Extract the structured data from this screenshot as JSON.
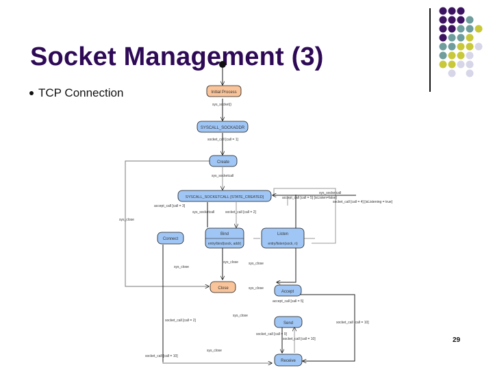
{
  "slide": {
    "title": "Socket Management (3)",
    "subtitle": "TCP Connection",
    "page_number": "29"
  },
  "decoration": {
    "dot_colors": {
      "purple": "#3c1361",
      "teal": "#6f9c9c",
      "olive": "#c8c83a",
      "lavender": "#d6d6e8"
    },
    "dot_grid": [
      [
        "purple",
        "purple",
        "purple",
        "",
        ""
      ],
      [
        "purple",
        "purple",
        "purple",
        "teal",
        ""
      ],
      [
        "purple",
        "purple",
        "teal",
        "teal",
        "olive"
      ],
      [
        "purple",
        "teal",
        "teal",
        "olive",
        ""
      ],
      [
        "teal",
        "teal",
        "olive",
        "olive",
        "lavender"
      ],
      [
        "teal",
        "olive",
        "olive",
        "lavender",
        ""
      ],
      [
        "olive",
        "olive",
        "lavender",
        "lavender",
        ""
      ],
      [
        "",
        "lavender",
        "",
        "lavender",
        ""
      ]
    ]
  },
  "diagram": {
    "colors": {
      "state_blue": "#9fc6f5",
      "state_orange": "#f9c49a",
      "stroke": "#1a1a1a",
      "line_gray": "#999999"
    },
    "states": {
      "initial_process": "Initial Process",
      "syscall_sockaddr": "SYSCALL_SOCKADDR",
      "create": "Create",
      "syscall_socketcall": "SYSCALL_SOCKETCALL [STATE_CREATED]",
      "connect": "Connect",
      "bind": "Bind",
      "bind_entry": "entry/bind(sock, addr)",
      "listen": "Listen",
      "listen_entry": "entry/listen(sock, n)",
      "close": "Close",
      "accept": "Accept",
      "send": "Send",
      "receive": "Receive"
    },
    "transitions": {
      "sys_socket": "sys_socket()",
      "socket_call_create": "socket_call [call = 1]",
      "sys_socketcall_1": "sys_socketcall",
      "accept_call_3": "accept_call [call = 3]",
      "sys_socketcall_2": "sys_socketcall",
      "socket_call_2": "socket_call [call = 2]",
      "sys_socketcall_3": "sys_socketcall",
      "accept_call_5_listen": "accept_call [call = 5] [isListen=false]",
      "socket_call_listen": "socket_call [call = 4] [isListening = true]",
      "sys_close_left": "sys_close",
      "sys_close_connect": "sys_close",
      "sys_close_bind": "sys_close",
      "sys_close_listen": "sys_close",
      "sys_close_accept": "sys_close",
      "accept_call_5": "accept_call [call = 5]",
      "sys_close_send": "sys_close",
      "socket_call_send_2": "socket_call [call = 2]",
      "socket_call_9": "socket_call [call = 9]",
      "socket_call_10_right": "socket_call [call = 10]",
      "socket_call_recv_10": "socket_call [call = 10]",
      "sys_close_recv": "sys_close",
      "socket_call_10_left": "socket_call [call = 10]"
    }
  }
}
